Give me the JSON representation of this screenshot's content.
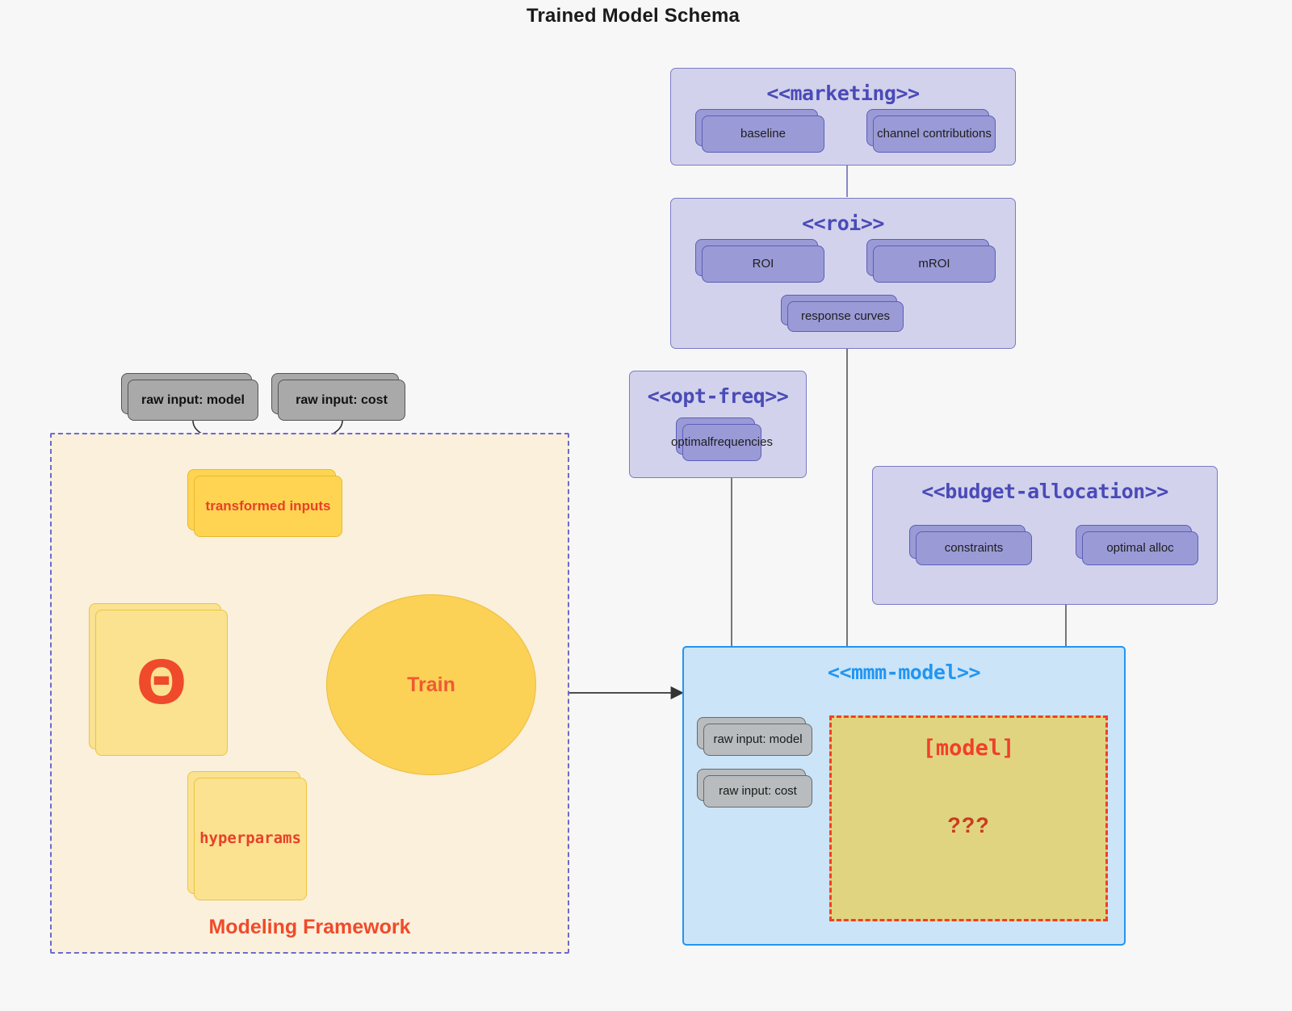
{
  "page": {
    "title": "Trained Model Schema",
    "background": "#f7f7f7"
  },
  "colors": {
    "package_fill": "#d2d2ec",
    "package_stroke": "#7b7bc8",
    "package_title": "#4a4ab8",
    "node_purple_fill": "#9a9ad6",
    "node_gray_fill": "#a9a9a9",
    "node_yellow_fill": "#ffd452",
    "node_pale_yellow_fill": "#fae291",
    "accent_red": "#f0402a",
    "mmm_fill": "#cbe4f7",
    "mmm_stroke": "#2196f3",
    "framework_fill": "#faf0dc",
    "framework_stroke": "#6b6bcf",
    "model_box_fill": "#e0d481"
  },
  "packages": {
    "marketing": {
      "title": "<<marketing>>",
      "nodes": [
        {
          "label": "baseline"
        },
        {
          "label": "channel contributions"
        }
      ]
    },
    "roi": {
      "title": "<<roi>>",
      "nodes": [
        {
          "label": "ROI"
        },
        {
          "label": "mROI"
        },
        {
          "label": "response curves"
        }
      ]
    },
    "opt_freq": {
      "title": "<<opt-freq>>",
      "nodes": [
        {
          "label": "optimal\nfrequencies",
          "line1": "optimal",
          "line2": "frequencies"
        }
      ]
    },
    "budget_allocation": {
      "title": "<<budget-allocation>>",
      "nodes": [
        {
          "label": "constraints"
        },
        {
          "label": "optimal alloc"
        }
      ]
    },
    "mmm_model": {
      "title": "<<mmm-model>>",
      "inputs": [
        {
          "label": "raw input: model"
        },
        {
          "label": "raw input: cost"
        }
      ],
      "model_box": {
        "label": "[model]",
        "unknown": "???"
      }
    }
  },
  "framework": {
    "label": "Modeling Framework",
    "raw_inputs": [
      {
        "label": "raw input: model"
      },
      {
        "label": "raw input: cost"
      }
    ],
    "transformed": {
      "label": "transformed inputs"
    },
    "theta": {
      "label": "Θ"
    },
    "hyperparams": {
      "label": "hyperparams"
    },
    "train": {
      "label": "Train"
    }
  }
}
